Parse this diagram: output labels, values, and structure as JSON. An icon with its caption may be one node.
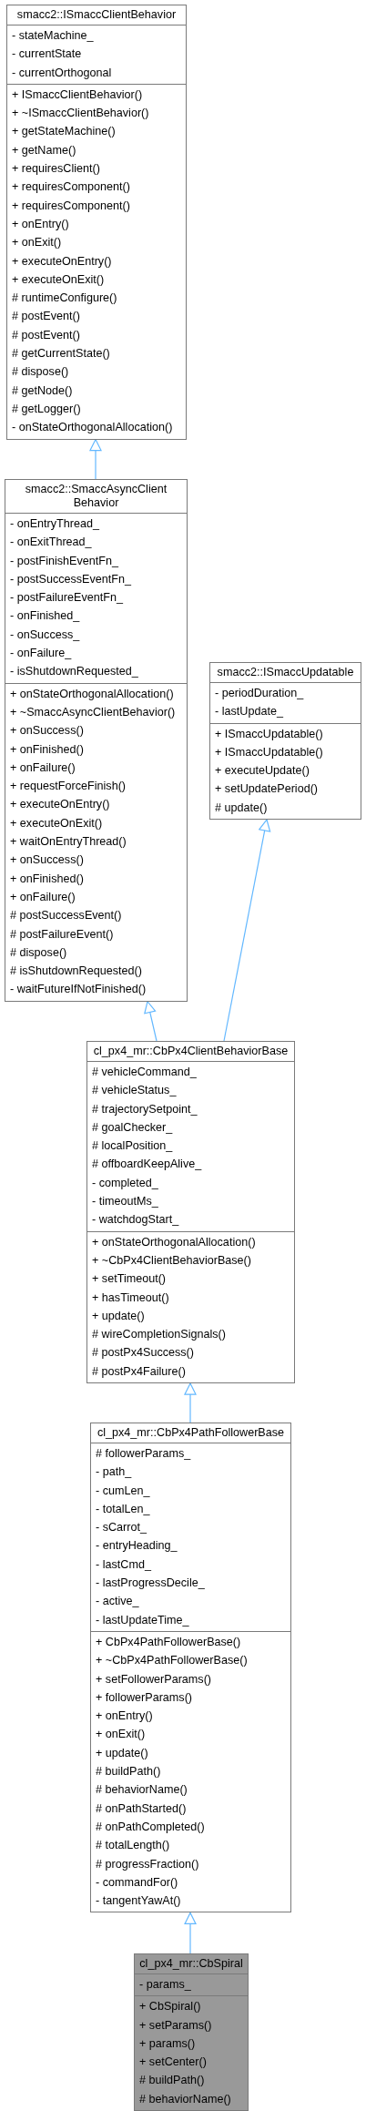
{
  "diagram": {
    "nodes": [
      {
        "text": [
          "smacc2::ISmaccClientBehavior"
        ]
      },
      {
        "text": [
          "- stateMachine_",
          "- currentState",
          "- currentOrthogonal"
        ],
        "in": 0
      },
      {
        "text": [
          "+ ISmaccClientBehavior()",
          "+ ~ISmaccClientBehavior()",
          "+ getStateMachine()",
          "+ getName()",
          "+ requiresClient()",
          "+ requiresComponent()",
          "+ requiresComponent()",
          "+ onEntry()",
          "+ onExit()",
          "+ executeOnEntry()",
          "+ executeOnExit()",
          "# runtimeConfigure()",
          "# postEvent()",
          "# postEvent()",
          "# getCurrentState()",
          "# dispose()",
          "# getNode()",
          "# getLogger()",
          "- onStateOrthogonalAllocation()"
        ],
        "in": 0
      },
      {
        "text": [
          "smacc2::SmaccAsyncClient Behavior"
        ]
      },
      {
        "text": [
          "- onEntryThread_",
          "- onExitThread_",
          "- postFinishEventFn_",
          "- postSuccessEventFn_",
          "- postFailureEventFn_",
          "- onFinished_",
          "- onSuccess_",
          "- onFailure_",
          "- isShutdownRequested_"
        ],
        "in": 3
      },
      {
        "text": [
          "+ onStateOrthogonalAllocation()",
          "+ ~SmaccAsyncClientBehavior()",
          "+ onSuccess()",
          "+ onFinished()",
          "+ onFailure()",
          "+ requestForceFinish()",
          "+ executeOnEntry()",
          "+ executeOnExit()",
          "+ waitOnEntryThread()",
          "+ onSuccess()",
          "+ onFinished()",
          "+ onFailure()",
          "# postSuccessEvent()",
          "# postFailureEvent()",
          "# dispose()",
          "# isShutdownRequested()",
          "- waitFutureIfNotFinished()"
        ],
        "in": 3
      },
      {
        "text": [
          "smacc2::ISmaccUpdatable"
        ]
      },
      {
        "text": [
          "- periodDuration_",
          "- lastUpdate_"
        ],
        "in": 6
      },
      {
        "text": [
          "+ ISmaccUpdatable()",
          "+ ISmaccUpdatable()",
          "+ executeUpdate()",
          "+ setUpdatePeriod()",
          "# update()"
        ],
        "in": 6
      },
      {
        "text": [
          "cl_px4_mr::CbPx4ClientBehaviorBase"
        ]
      },
      {
        "text": [
          "# vehicleCommand_",
          "# vehicleStatus_",
          "# trajectorySetpoint_",
          "# goalChecker_",
          "# localPosition_",
          "# offboardKeepAlive_",
          "- completed_",
          "- timeoutMs_",
          "- watchdogStart_"
        ],
        "in": 9
      },
      {
        "text": [
          "+ onStateOrthogonalAllocation()",
          "+ ~CbPx4ClientBehaviorBase()",
          "+ setTimeout()",
          "+ hasTimeout()",
          "+ update()",
          "# wireCompletionSignals()",
          "# postPx4Success()",
          "# postPx4Failure()"
        ],
        "in": 9
      },
      {
        "text": [
          "cl_px4_mr::CbPx4PathFollowerBase"
        ]
      },
      {
        "text": [
          "# followerParams_",
          "- path_",
          "- cumLen_",
          "- totalLen_",
          "- sCarrot_",
          "- entryHeading_",
          "- lastCmd_",
          "- lastProgressDecile_",
          "- active_",
          "- lastUpdateTime_"
        ],
        "in": 12
      },
      {
        "text": [
          "+ CbPx4PathFollowerBase()",
          "+ ~CbPx4PathFollowerBase()",
          "+ setFollowerParams()",
          "+ followerParams()",
          "+ onEntry()",
          "+ onExit()",
          "+ update()",
          "# buildPath()",
          "# behaviorName()",
          "# onPathStarted()",
          "# onPathCompleted()",
          "# totalLength()",
          "# progressFraction()",
          "- commandFor()",
          "- tangentYawAt()"
        ],
        "in": 12
      },
      {
        "text": [
          "cl_px4_mr::CbSpiral"
        ]
      },
      {
        "text": [
          "- params_"
        ],
        "in": 15
      },
      {
        "text": [
          "+ CbSpiral()",
          "+ setParams()",
          "+ params()",
          "+ setCenter()",
          "# buildPath()",
          "# behaviorName()"
        ],
        "in": 15
      }
    ],
    "edges": [
      {
        "from": 3,
        "to": 0,
        "arrow": "to"
      },
      {
        "from": 9,
        "to": 3,
        "arrow": "to"
      },
      {
        "from": 9,
        "to": 6,
        "arrow": "to"
      },
      {
        "from": 12,
        "to": 9,
        "arrow": "to"
      },
      {
        "from": 15,
        "to": 12,
        "arrow": "to"
      }
    ]
  }
}
